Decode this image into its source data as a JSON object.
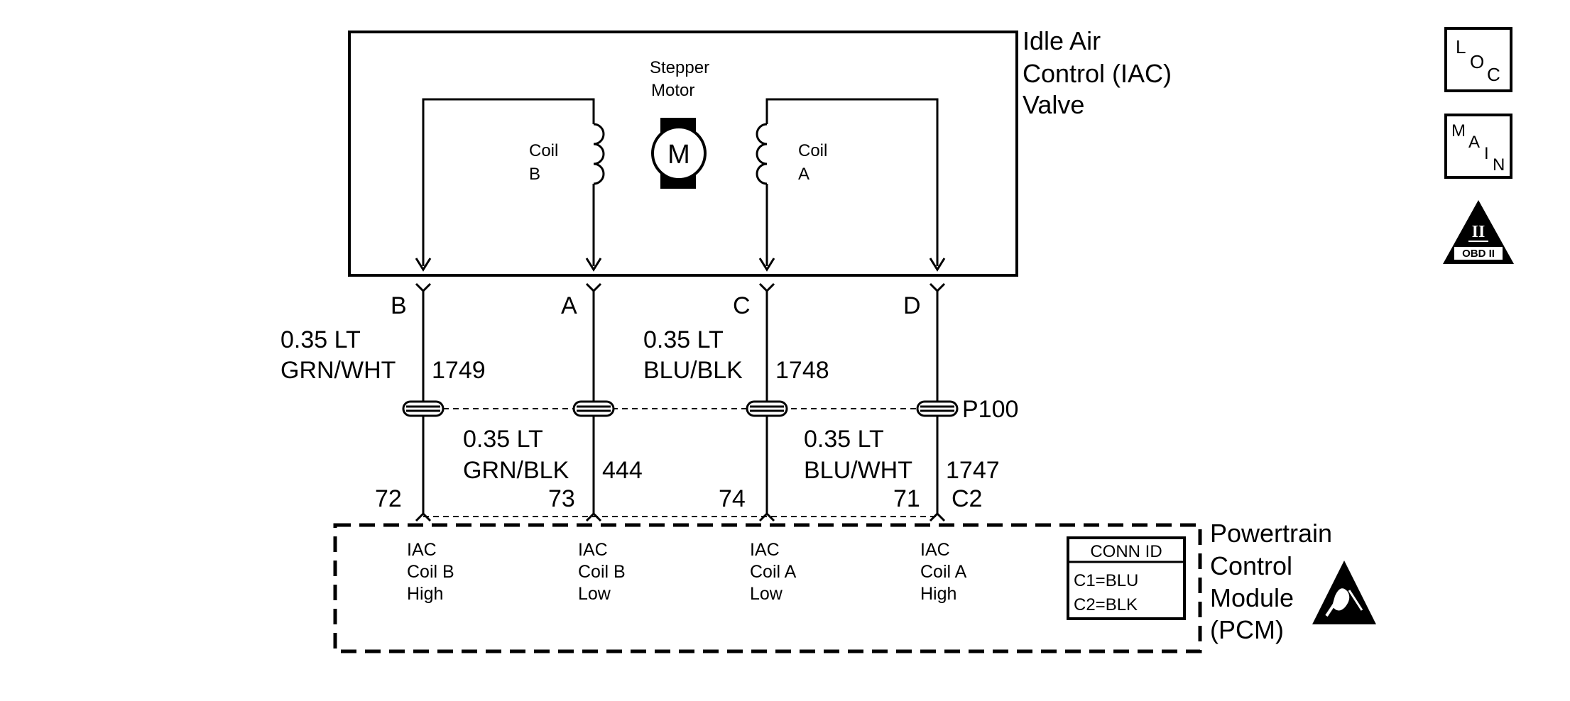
{
  "iac": {
    "title_l1": "Idle Air",
    "title_l2": "Control (IAC)",
    "title_l3": "Valve",
    "stepper_l1": "Stepper",
    "stepper_l2": "Motor",
    "motor_letter": "M",
    "coil_b_l1": "Coil",
    "coil_b_l2": "B",
    "coil_a_l1": "Coil",
    "coil_a_l2": "A"
  },
  "pins": {
    "b": "B",
    "a": "A",
    "c": "C",
    "d": "D"
  },
  "wires": {
    "w1749": {
      "gauge": "0.35 LT",
      "color": "GRN/WHT",
      "circuit": "1749"
    },
    "w1748": {
      "gauge": "0.35 LT",
      "color": "BLU/BLK",
      "circuit": "1748"
    },
    "w444": {
      "gauge": "0.35 LT",
      "color": "GRN/BLK",
      "circuit": "444"
    },
    "w1747": {
      "gauge": "0.35 LT",
      "color": "BLU/WHT",
      "circuit": "1747"
    }
  },
  "splice": "P100",
  "pcm_pins": {
    "p72": "72",
    "p73": "73",
    "p74": "74",
    "p71": "71",
    "conn": "C2"
  },
  "pcm": {
    "title_l1": "Powertrain",
    "title_l2": "Control",
    "title_l3": "Module",
    "title_l4": "(PCM)",
    "sig1": [
      "IAC",
      "Coil B",
      "High"
    ],
    "sig2": [
      "IAC",
      "Coil B",
      "Low"
    ],
    "sig3": [
      "IAC",
      "Coil A",
      "Low"
    ],
    "sig4": [
      "IAC",
      "Coil A",
      "High"
    ],
    "conn_id_title": "CONN ID",
    "conn_c1": "C1=BLU",
    "conn_c2": "C2=BLK"
  },
  "icons": {
    "loc": [
      "L",
      "O",
      "C"
    ],
    "main": [
      "M",
      "A",
      "I",
      "N"
    ],
    "obd_numeral": "II",
    "obd_label": "OBD II"
  }
}
